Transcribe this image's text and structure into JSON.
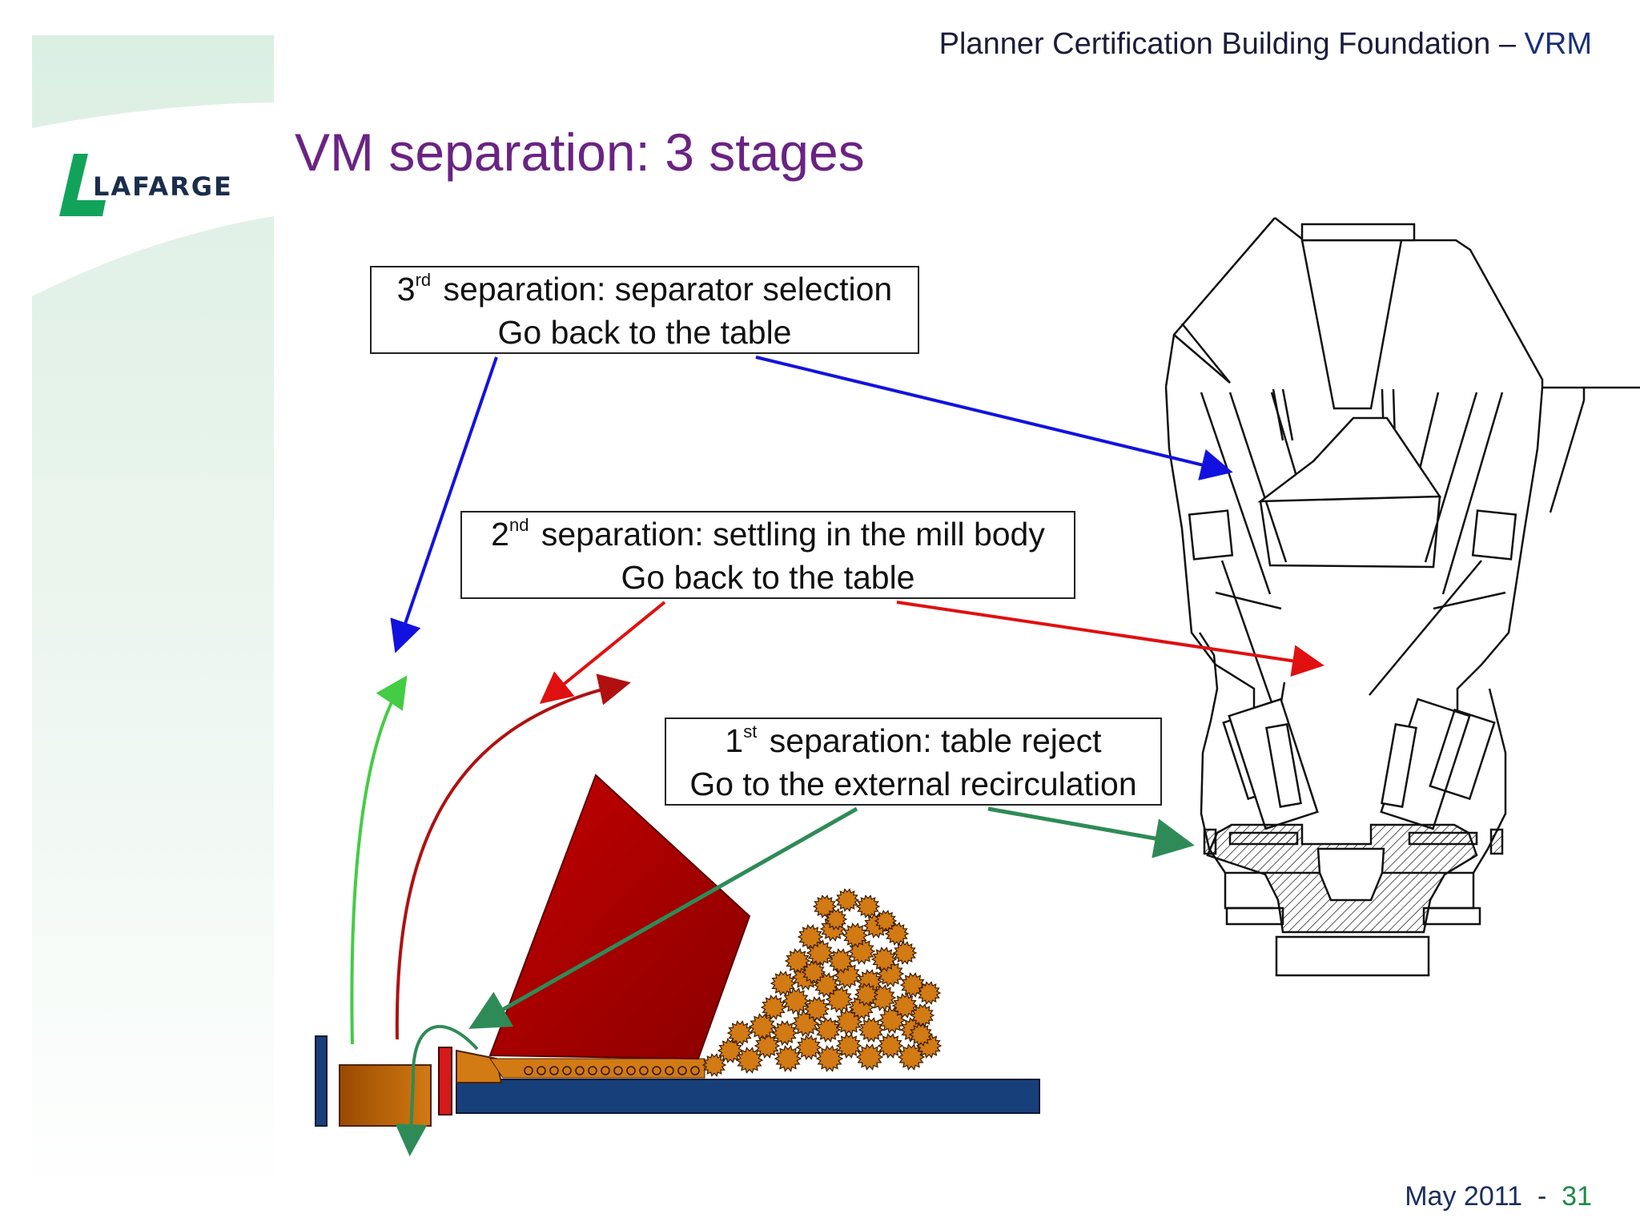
{
  "header": {
    "title": "Planner Certification Building Foundation –",
    "accent": "VRM"
  },
  "logo": {
    "text": "LAFARGE"
  },
  "slide": {
    "title": "VM separation: 3 stages"
  },
  "callouts": [
    {
      "num": "3",
      "suffix": "rd",
      "line1": "separation: separator selection",
      "line2": "Go back to the table"
    },
    {
      "num": "2",
      "suffix": "nd",
      "line1": "separation: settling in the mill body",
      "line2": "Go back to the table"
    },
    {
      "num": "1",
      "suffix": "st",
      "line1": "separation: table reject",
      "line2": "Go to the external recirculation"
    }
  ],
  "colors": {
    "title": "#6a2383",
    "arrow_stage3": "#1212e0",
    "arrow_stage2": "#e01010",
    "arrow_stage1": "#2e8b57",
    "flow_light": "#44cc44",
    "flow_dark": "#b01010",
    "roller": "#a30000",
    "table": "#17407a",
    "material": "#d27a14"
  },
  "footer": {
    "date": "May 2011",
    "separator": "-",
    "page": "31"
  }
}
